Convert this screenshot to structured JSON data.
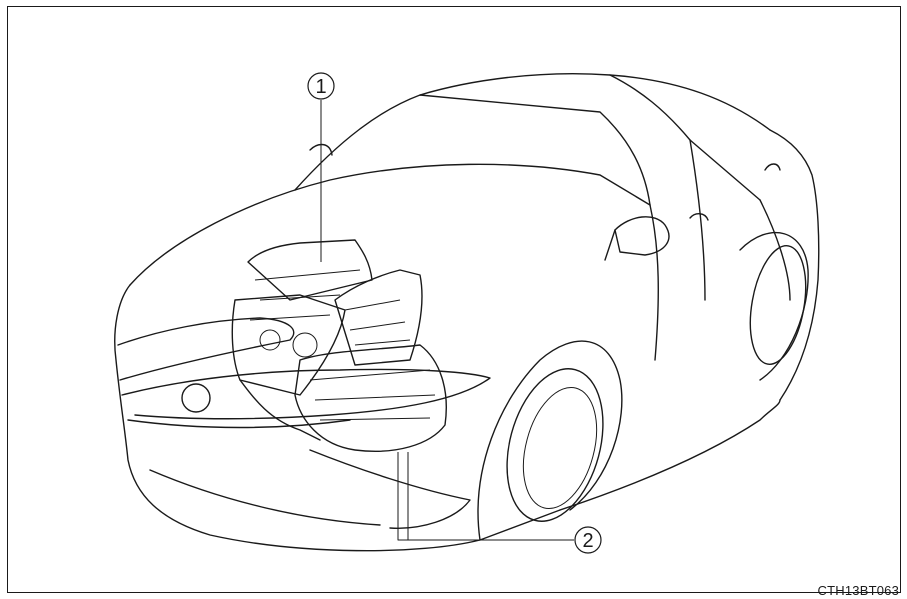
{
  "callouts": [
    {
      "id": "callout-1",
      "label": "1"
    },
    {
      "id": "callout-2",
      "label": "2"
    }
  ],
  "figure_code": "CTH13BT063"
}
